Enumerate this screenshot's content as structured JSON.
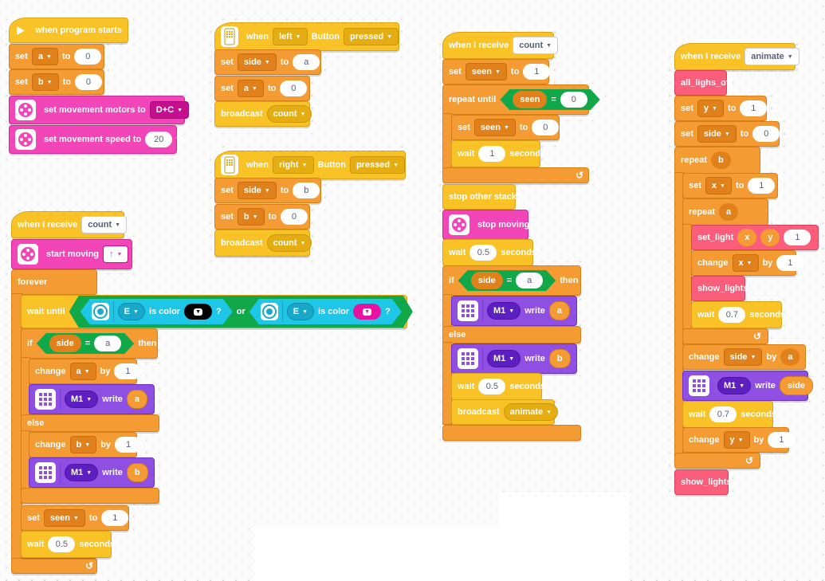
{
  "kw": {
    "set": "set",
    "to": "to",
    "change": "change",
    "by": "by",
    "when": "when",
    "button": "Button",
    "broadcast": "broadcast",
    "when_receive": "when I receive",
    "forever": "forever",
    "wait_until": "wait until",
    "if": "if",
    "then": "then",
    "else": "else",
    "write": "write",
    "wait": "wait",
    "seconds": "seconds",
    "or": "or",
    "is_color": "is color",
    "q": "?",
    "repeat": "repeat",
    "repeat_until": "repeat until",
    "eq": "=",
    "percent": "%"
  },
  "s1": {
    "hat": "when program starts",
    "set_motors": "set movement motors to",
    "motors": "D+C",
    "set_speed": "set movement speed to",
    "speed": "20",
    "var_a": "a",
    "var_b": "b",
    "zero": "0"
  },
  "s2": {
    "btn": "left",
    "state": "pressed",
    "var_side": "side",
    "side_val": "a",
    "var_a": "a",
    "zero": "0",
    "msg": "count"
  },
  "s3": {
    "btn": "right",
    "state": "pressed",
    "var_side": "side",
    "side_val": "b",
    "var_b": "b",
    "zero": "0",
    "msg": "count"
  },
  "s4": {
    "msg": "count",
    "start_moving": "start moving",
    "dir": "↑",
    "port_e": "E",
    "side": "side",
    "a": "a",
    "b": "b",
    "one": "1",
    "m1": "M1",
    "seen": "seen",
    "half": "0.5"
  },
  "s5": {
    "msg": "count",
    "seen": "seen",
    "one": "1",
    "zero": "0",
    "stop_other": "stop other stacks",
    "stop_moving": "stop moving",
    "half": "0.5",
    "side": "side",
    "a": "a",
    "b": "b",
    "m1": "M1",
    "animate": "animate"
  },
  "s6": {
    "msg": "animate",
    "all_off": "all_lighs_off",
    "y": "y",
    "side": "side",
    "one": "1",
    "zero": "0",
    "b": "b",
    "x": "x",
    "a": "a",
    "set_light": "set_light",
    "show_lights": "show_lights",
    "wait_val": "0.7",
    "m1": "M1"
  },
  "colors": {
    "events": "#f9c328",
    "variables": "#f49b34",
    "movement": "#f245b7",
    "display": "#8f4fe3",
    "sensors": "#1ec6e8",
    "operators": "#11a84a",
    "myblocks": "#fb5e7a",
    "color_black": "#000000",
    "color_magenta": "#e5139f"
  }
}
